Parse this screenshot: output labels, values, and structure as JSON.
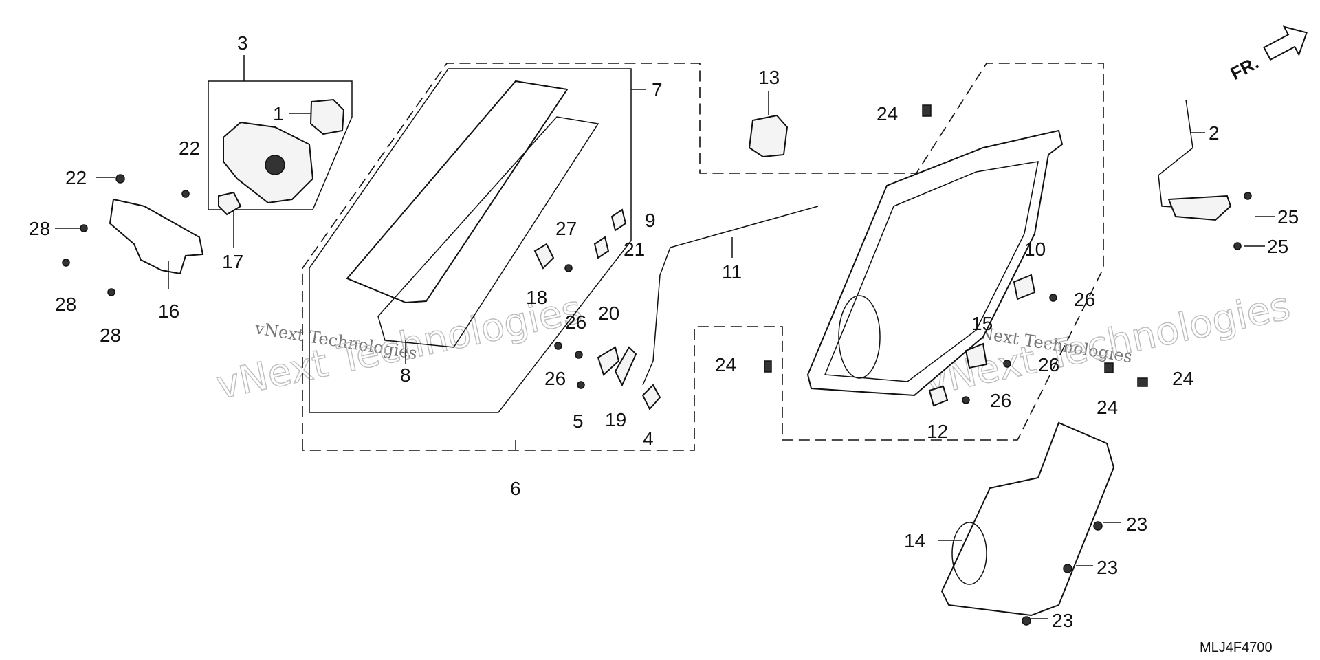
{
  "diagram": {
    "code": "MLJ4F4700",
    "direction_label": "FR.",
    "watermark": "vNext Technologies",
    "colors": {
      "line": "#111111",
      "watermark": "#bdbdbd",
      "shade": "#f4f4f4"
    },
    "callouts": [
      {
        "id": "c1",
        "text": "1"
      },
      {
        "id": "c2",
        "text": "2"
      },
      {
        "id": "c3",
        "text": "3"
      },
      {
        "id": "c4",
        "text": "4"
      },
      {
        "id": "c5",
        "text": "5"
      },
      {
        "id": "c6",
        "text": "6"
      },
      {
        "id": "c7",
        "text": "7"
      },
      {
        "id": "c8",
        "text": "8"
      },
      {
        "id": "c9",
        "text": "9"
      },
      {
        "id": "c10",
        "text": "10"
      },
      {
        "id": "c11",
        "text": "11"
      },
      {
        "id": "c12",
        "text": "12"
      },
      {
        "id": "c13",
        "text": "13"
      },
      {
        "id": "c14",
        "text": "14"
      },
      {
        "id": "c15",
        "text": "15"
      },
      {
        "id": "c16",
        "text": "16"
      },
      {
        "id": "c17",
        "text": "17"
      },
      {
        "id": "c18",
        "text": "18"
      },
      {
        "id": "c19",
        "text": "19"
      },
      {
        "id": "c20",
        "text": "20"
      },
      {
        "id": "c21",
        "text": "21"
      },
      {
        "id": "c22a",
        "text": "22"
      },
      {
        "id": "c22b",
        "text": "22"
      },
      {
        "id": "c23a",
        "text": "23"
      },
      {
        "id": "c23b",
        "text": "23"
      },
      {
        "id": "c23c",
        "text": "23"
      },
      {
        "id": "c24a",
        "text": "24"
      },
      {
        "id": "c24b",
        "text": "24"
      },
      {
        "id": "c24c",
        "text": "24"
      },
      {
        "id": "c24d",
        "text": "24"
      },
      {
        "id": "c25a",
        "text": "25"
      },
      {
        "id": "c25b",
        "text": "25"
      },
      {
        "id": "c26a",
        "text": "26"
      },
      {
        "id": "c26b",
        "text": "26"
      },
      {
        "id": "c26c",
        "text": "26"
      },
      {
        "id": "c26d",
        "text": "26"
      },
      {
        "id": "c26e",
        "text": "26"
      },
      {
        "id": "c27",
        "text": "27"
      },
      {
        "id": "c28a",
        "text": "28"
      },
      {
        "id": "c28b",
        "text": "28"
      },
      {
        "id": "c28c",
        "text": "28"
      }
    ]
  }
}
